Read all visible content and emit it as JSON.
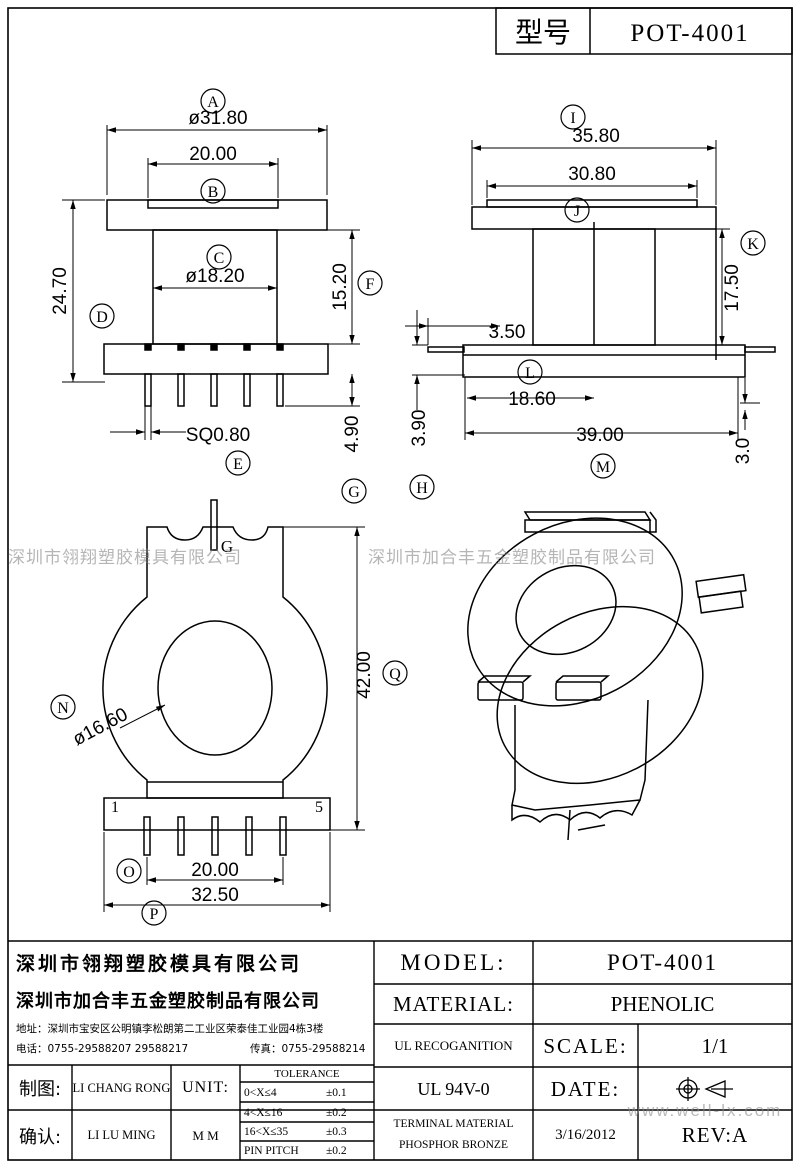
{
  "header": {
    "model_label": "型号",
    "model_value": "POT-4001"
  },
  "top_view": {
    "callouts": [
      "A",
      "B",
      "C",
      "D",
      "E",
      "F",
      "G",
      "H"
    ],
    "dims": {
      "A": "ø31.80",
      "B": "20.00",
      "C": "ø18.20",
      "D": "24.70",
      "F": "15.20",
      "E": "SQ0.80",
      "pin": "4.90"
    }
  },
  "side_view": {
    "callouts": [
      "I",
      "J",
      "K",
      "L",
      "M"
    ],
    "dims": {
      "I": "35.80",
      "J": "30.80",
      "K": "17.50",
      "L_step": "3.50",
      "L": "18.60",
      "M": "39.00",
      "h_left": "3.90",
      "h_right": "3.0"
    }
  },
  "front_view": {
    "callouts": [
      "N",
      "O",
      "P",
      "Q",
      "G"
    ],
    "dims": {
      "N": "ø16.60",
      "Q": "42.00",
      "O": "20.00",
      "P": "32.50"
    },
    "pin_labels": [
      "1",
      "5"
    ]
  },
  "watermarks": [
    "深圳市翎翔塑胶模具有限公司",
    "深圳市加合丰五金塑胶制品有限公司"
  ],
  "title_block": {
    "company1": "深圳市翎翔塑胶模具有限公司",
    "company2": "深圳市加合丰五金塑胶制品有限公司",
    "address": "地址：深圳市宝安区公明镇李松朗第二工业区荣泰佳工业园4栋3楼",
    "phone": "电话：0755-29588207  29588217",
    "fax": "传真：0755-29588214",
    "model_label": "MODEL:",
    "model_value": "POT-4001",
    "material_label": "MATERIAL:",
    "material_value": "PHENOLIC",
    "ul_label": "UL RECOGANITION",
    "ul_value": "UL 94V-0",
    "scale_label": "SCALE:",
    "scale_value": "1/1",
    "date_label": "DATE:",
    "date_value": "3/16/2012",
    "rev_label": "REV:A",
    "draw_label": "制图:",
    "draw_name": "LI CHANG RONG",
    "check_label": "确认:",
    "check_name": "LI LU MING",
    "unit_label": "UNIT:",
    "unit_value": "M M",
    "tolerance_title": "TOLERANCE",
    "tolerances": [
      {
        "range": "0<X≤4",
        "value": "±0.1"
      },
      {
        "range": "4<X≤16",
        "value": "±0.2"
      },
      {
        "range": "16<X≤35",
        "value": "±0.3"
      },
      {
        "range": "PIN PITCH",
        "value": "±0.2"
      }
    ],
    "terminal_line1": "TERMINAL MATERIAL",
    "terminal_line2": "PHOSPHOR  BRONZE",
    "site": "www.well-lx.com"
  }
}
